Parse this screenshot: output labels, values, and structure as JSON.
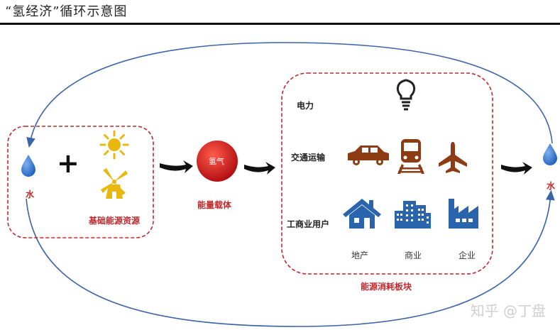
{
  "title": "“氢经济”循环示意图",
  "labels": {
    "water_left": "水",
    "water_right": "水",
    "plus": "+",
    "basic_resources": "基础能源资源",
    "hydrogen": "氢气",
    "carrier": "能量载体",
    "consumption": "能源消耗板块",
    "electricity": "电力",
    "transport": "交通运输",
    "industry_users": "工商业用户",
    "sector_realestate": "地产",
    "sector_commerce": "商业",
    "sector_enterprise": "企业"
  },
  "watermark": "知乎 @丁盘",
  "colors": {
    "red": "#c0282b",
    "blue": "#2a64ad",
    "brown": "#8c3b12",
    "gold": "#e8b80e",
    "cycle": "#3b63a8"
  },
  "icons": [
    "water-drop-icon",
    "sun-icon",
    "windmill-icon",
    "hydrogen-ball-icon",
    "lightbulb-icon",
    "car-icon",
    "train-icon",
    "airplane-icon",
    "house-icon",
    "office-buildings-icon",
    "factory-icon"
  ]
}
